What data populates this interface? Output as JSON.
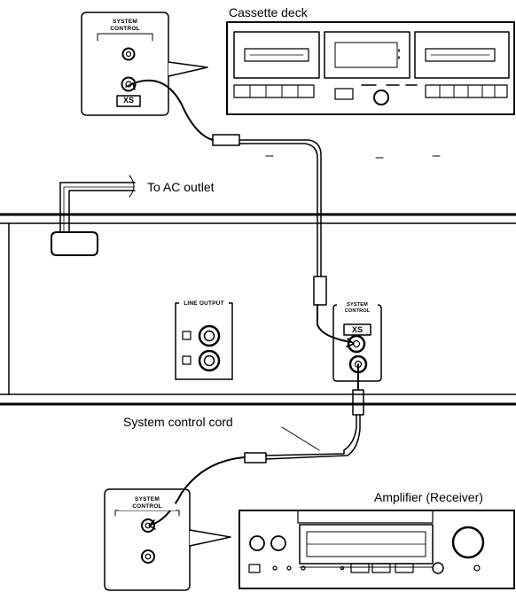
{
  "labels": {
    "cassette_deck": "Cassette deck",
    "to_ac_outlet": "To AC outlet",
    "system_control_cord": "System control cord",
    "amplifier": "Amplifier (Receiver)",
    "line_output": "LINE OUTPUT",
    "system": "SYSTEM",
    "control": "CONTROL",
    "xs_logo": "XS"
  }
}
